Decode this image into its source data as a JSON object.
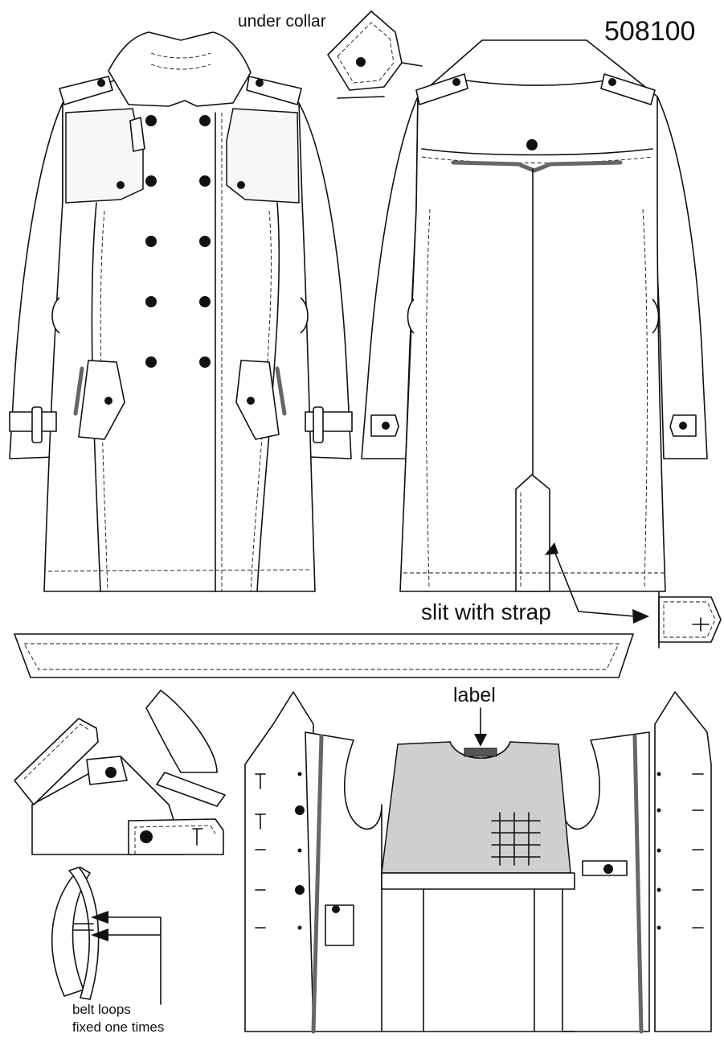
{
  "style_number": "508100",
  "labels": {
    "under_collar": "under collar",
    "slit_with_strap": "slit with strap",
    "label": "label",
    "belt_loops_line1": "belt loops",
    "belt_loops_line2": "fixed one times"
  },
  "colors": {
    "line": "#111111",
    "lining": "#cfcfcf",
    "yoke": "#f7f7f7",
    "accent_bar": "#666666"
  }
}
